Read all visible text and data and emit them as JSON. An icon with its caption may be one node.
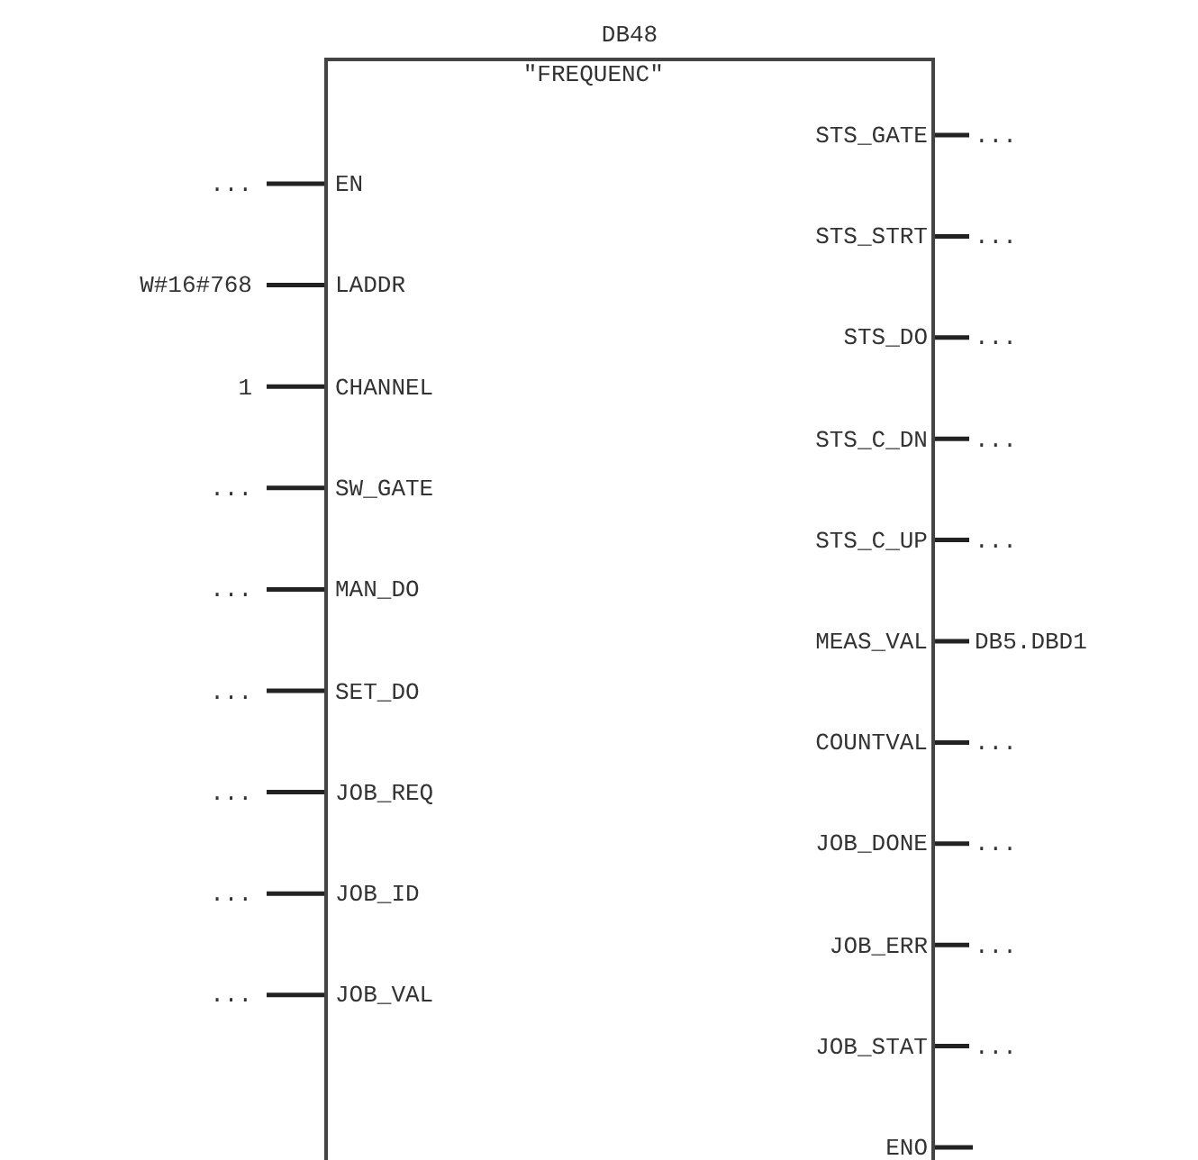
{
  "diagram": {
    "nodes": [
      {
        "text": [
          "DB48",
          "\"FREQUENC\""
        ]
      },
      {
        "text": [
          "EN"
        ],
        "in": 0
      },
      {
        "text": [
          "LADDR"
        ],
        "in": 0
      },
      {
        "text": [
          "CHANNEL"
        ],
        "in": 0
      },
      {
        "text": [
          "SW_GATE"
        ],
        "in": 0
      },
      {
        "text": [
          "MAN_DO"
        ],
        "in": 0
      },
      {
        "text": [
          "SET_DO"
        ],
        "in": 0
      },
      {
        "text": [
          "JOB_REQ"
        ],
        "in": 0
      },
      {
        "text": [
          "JOB_ID"
        ],
        "in": 0
      },
      {
        "text": [
          "JOB_VAL"
        ],
        "in": 0
      },
      {
        "text": [
          "STS_GATE"
        ],
        "in": 0
      },
      {
        "text": [
          "STS_STRT"
        ],
        "in": 0
      },
      {
        "text": [
          "STS_DO"
        ],
        "in": 0
      },
      {
        "text": [
          "STS_C_DN"
        ],
        "in": 0
      },
      {
        "text": [
          "STS_C_UP"
        ],
        "in": 0
      },
      {
        "text": [
          "MEAS_VAL"
        ],
        "in": 0
      },
      {
        "text": [
          "COUNTVAL"
        ],
        "in": 0
      },
      {
        "text": [
          "JOB_DONE"
        ],
        "in": 0
      },
      {
        "text": [
          "JOB_ERR"
        ],
        "in": 0
      },
      {
        "text": [
          "JOB_STAT"
        ],
        "in": 0
      },
      {
        "text": [
          "ENO"
        ],
        "in": 0
      },
      {
        "text": [
          "..."
        ]
      },
      {
        "text": [
          "W#16#768"
        ]
      },
      {
        "text": [
          "1"
        ]
      },
      {
        "text": [
          "..."
        ]
      },
      {
        "text": [
          "..."
        ]
      },
      {
        "text": [
          "..."
        ]
      },
      {
        "text": [
          "..."
        ]
      },
      {
        "text": [
          "..."
        ]
      },
      {
        "text": [
          "..."
        ]
      },
      {
        "text": [
          "..."
        ]
      },
      {
        "text": [
          "..."
        ]
      },
      {
        "text": [
          "..."
        ]
      },
      {
        "text": [
          "..."
        ]
      },
      {
        "text": [
          "..."
        ]
      },
      {
        "text": [
          "DB5.DBD1"
        ]
      },
      {
        "text": [
          "..."
        ]
      },
      {
        "text": [
          "..."
        ]
      },
      {
        "text": [
          "..."
        ]
      },
      {
        "text": [
          "..."
        ]
      }
    ],
    "edges": [
      {
        "from": 21,
        "to": 1,
        "arrow": "none"
      },
      {
        "from": 22,
        "to": 2,
        "arrow": "none"
      },
      {
        "from": 23,
        "to": 3,
        "arrow": "none"
      },
      {
        "from": 24,
        "to": 4,
        "arrow": "none"
      },
      {
        "from": 25,
        "to": 5,
        "arrow": "none"
      },
      {
        "from": 26,
        "to": 6,
        "arrow": "none"
      },
      {
        "from": 27,
        "to": 7,
        "arrow": "none"
      },
      {
        "from": 28,
        "to": 8,
        "arrow": "none"
      },
      {
        "from": 29,
        "to": 9,
        "arrow": "none"
      },
      {
        "from": 10,
        "to": 30,
        "arrow": "none"
      },
      {
        "from": 11,
        "to": 31,
        "arrow": "none"
      },
      {
        "from": 12,
        "to": 32,
        "arrow": "none"
      },
      {
        "from": 13,
        "to": 33,
        "arrow": "none"
      },
      {
        "from": 14,
        "to": 34,
        "arrow": "none"
      },
      {
        "from": 15,
        "to": 35,
        "arrow": "none"
      },
      {
        "from": 16,
        "to": 36,
        "arrow": "none"
      },
      {
        "from": 17,
        "to": 37,
        "arrow": "none"
      },
      {
        "from": 18,
        "to": 38,
        "arrow": "none"
      },
      {
        "from": 19,
        "to": 39,
        "arrow": "none"
      },
      {
        "from": 20,
        "to": null,
        "arrow": "none"
      }
    ]
  }
}
